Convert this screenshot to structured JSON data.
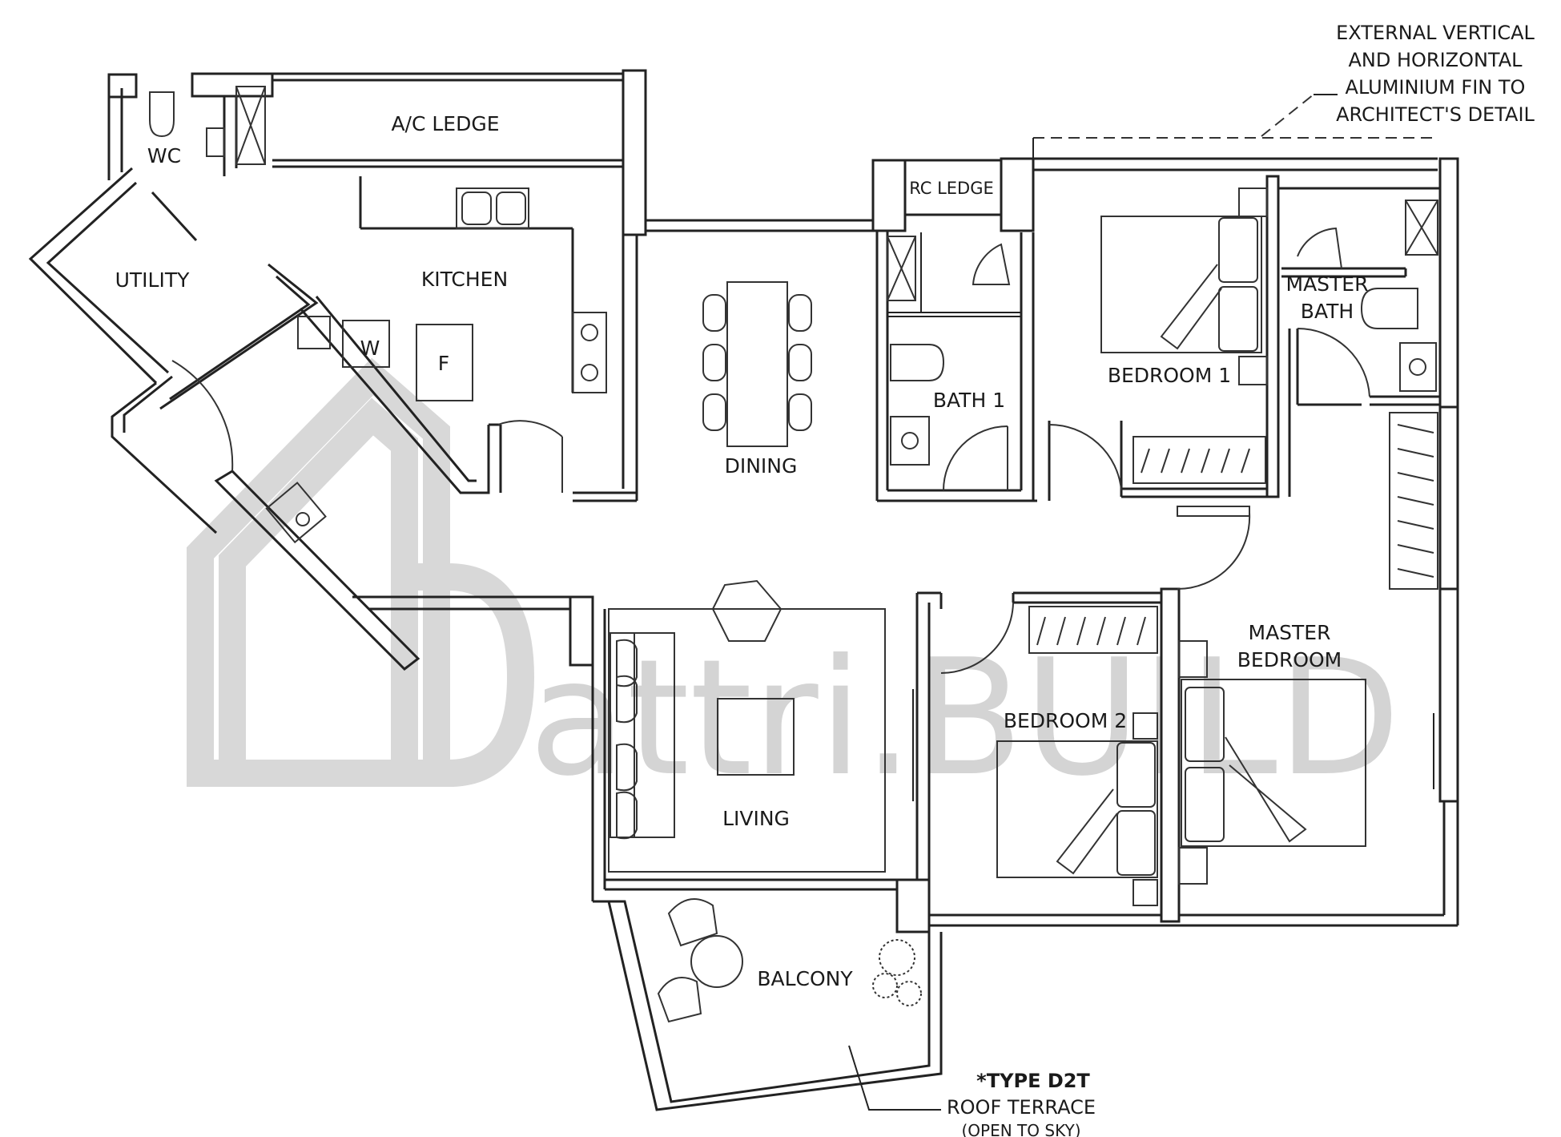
{
  "rooms": {
    "wc": "WC",
    "ac_ledge": "A/C LEDGE",
    "utility": "UTILITY",
    "kitchen": "KITCHEN",
    "washer": "W",
    "fridge": "F",
    "dining": "DINING",
    "rc_ledge": "RC LEDGE",
    "bath1": "BATH 1",
    "bedroom1": "BEDROOM 1",
    "master_bath_line1": "MASTER",
    "master_bath_line2": "BATH",
    "master_bedroom_line1": "MASTER",
    "master_bedroom_line2": "BEDROOM",
    "bedroom2": "BEDROOM 2",
    "living": "LIVING",
    "balcony": "BALCONY"
  },
  "notes": {
    "fin_line1": "EXTERNAL VERTICAL",
    "fin_line2": "AND HORIZONTAL",
    "fin_line3": "ALUMINIUM FIN TO",
    "fin_line4": "ARCHITECT'S DETAIL",
    "type": "*TYPE D2T",
    "roof_line1": "ROOF TERRACE",
    "roof_line2": "(OPEN TO SKY)"
  },
  "watermark": {
    "text": "attri.BUILD"
  },
  "colors": {
    "lines": "#222222",
    "watermark": "#d4d4d4"
  }
}
